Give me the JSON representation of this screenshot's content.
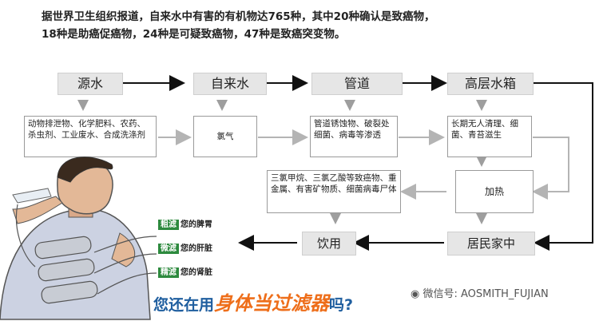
{
  "intro": {
    "line1": "据世界卫生组织报道，自来水中有害的有机物达765种，其中20种确认是致癌物，",
    "line2": "18种是助癌促癌物，24种是可疑致癌物，47种是致癌突变物。"
  },
  "flow": {
    "stages": [
      "源水",
      "自来水",
      "管道",
      "高层水箱"
    ],
    "pollutants": [
      "动物排泄物、化学肥料、农药、杀虫剂、工业废水、合成洗涤剂",
      "氯气",
      "管道锈蚀物、破裂处细菌、病毒等渗透",
      "长期无人清理、细菌、青苔滋生"
    ],
    "heating": "加热",
    "byproducts": "三氯甲烷、三氯乙酸等致癌物、重金属、有害矿物质、细菌病毒尸体",
    "home": "居民家中",
    "drink": "饮用"
  },
  "filters": [
    {
      "level": "粗滤",
      "organ": "您的脾胃"
    },
    {
      "level": "微滤",
      "organ": "您的肝脏"
    },
    {
      "level": "精滤",
      "organ": "您的肾脏"
    }
  ],
  "slogan": {
    "pre": "您还在用",
    "highlight": "身体当过滤器",
    "post": "吗?"
  },
  "watermark": "微信号: AOSMITH_FUJIAN",
  "colors": {
    "filter_tag": "#2d8a3e",
    "slogan": "#1f5e9f",
    "highlight": "#ee6e1a"
  }
}
